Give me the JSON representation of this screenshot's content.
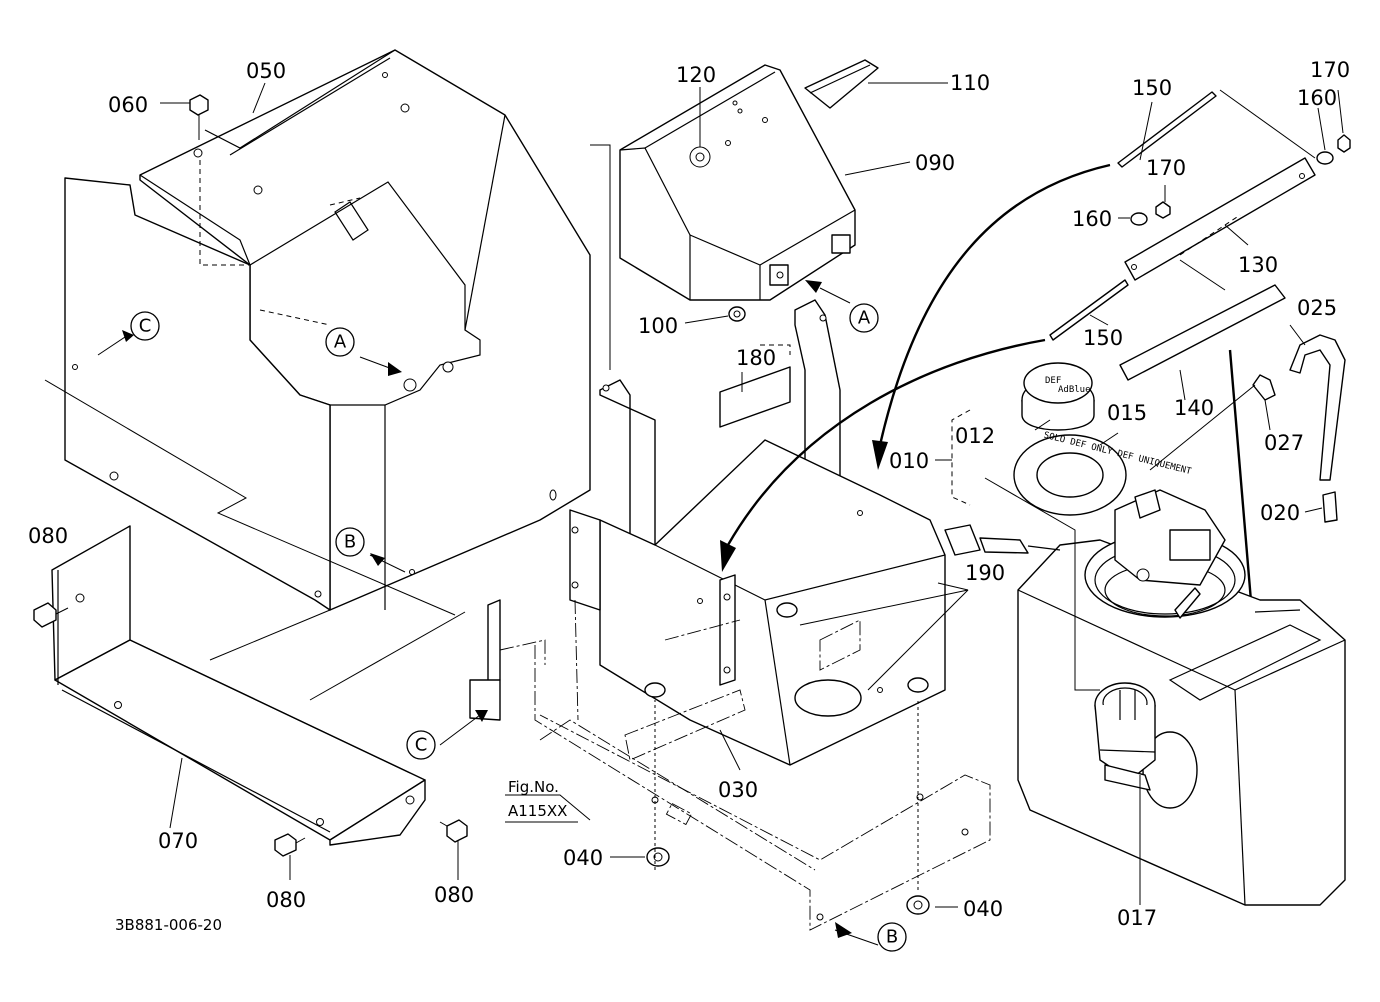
{
  "drawing_number": "3B881-006-20",
  "figure_ref": {
    "line1": "Fig.No.",
    "line2": "A115XX"
  },
  "callouts": {
    "c050": "050",
    "c060": "060",
    "c070": "070",
    "c080a": "080",
    "c080b": "080",
    "c080c": "080",
    "c120": "120",
    "c110": "110",
    "c090": "090",
    "c100": "100",
    "c180": "180",
    "c030": "030",
    "c040a": "040",
    "c040b": "040",
    "c190": "190",
    "c150a": "150",
    "c150b": "150",
    "c170a": "170",
    "c170b": "170",
    "c160a": "160",
    "c160b": "160",
    "c130": "130",
    "c025": "025",
    "c140": "140",
    "c012": "012",
    "c015": "015",
    "c010": "010",
    "c027": "027",
    "c020": "020",
    "c017": "017"
  },
  "references": {
    "A1": "A",
    "A2": "A",
    "B1": "B",
    "B2": "B",
    "C1": "C",
    "C2": "C"
  },
  "cap_labels": {
    "cap_top": "DEF",
    "cap_sub": "AdBlue"
  },
  "ring_labels": {
    "ring": "SOLO DEF ONLY DEF UNIQUEMENT"
  }
}
